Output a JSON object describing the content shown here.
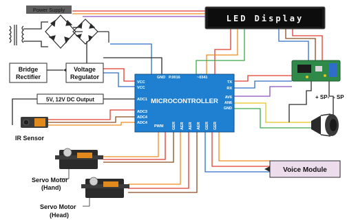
{
  "labels": {
    "power_supply": "Power Supply",
    "bridge_rectifier_1": "Bridge",
    "bridge_rectifier_2": "Rectifier",
    "voltage_regulator_1": "Voltage",
    "voltage_regulator_2": "Regulator",
    "dc_output": "5V, 12V DC Output",
    "ir_sensor": "IR Sensor",
    "servo_hand_1": "Servo Motor",
    "servo_hand_2": "(Hand)",
    "servo_head_1": "Servo Motor",
    "servo_head_2": "(Head)",
    "voice_module": "Voice Module",
    "led_display": "LED Display",
    "sp_plus": "+ SP-",
    "sp_minus": "- SP"
  },
  "mcu": {
    "title": "MICROCONTROLLER",
    "pins": {
      "vcc1": "VCC",
      "vcc2": "VCC",
      "adc1": "ADC1",
      "adc3": "ADC3",
      "adc4a": "ADC4",
      "adc4b": "ADC4",
      "gnd": "GND",
      "p1": "P.0016",
      "p2": "~0341",
      "tx": "TX",
      "rx": "RX",
      "av6": "AV6",
      "an6": "AN6",
      "gnd2": "GND",
      "pwm": "PWM",
      "b1": "GER",
      "b2": "AER",
      "b3": "AER",
      "b4": "AER",
      "b5": "GER",
      "b6": "GER"
    }
  },
  "colors": {
    "mcu_blue": "#1f7fd0",
    "wire_red": "#e03a2f",
    "wire_orange": "#f08a1c",
    "wire_brown": "#8b4a1f",
    "wire_green": "#3aa84a",
    "wire_blue": "#2e6ec8",
    "wire_purple": "#8a4fc0",
    "wire_yellow": "#e6c21d",
    "voice_fill": "#ecdcec"
  },
  "icons": [
    "transformer-icon",
    "bridge-rectifier-icon",
    "led-display-icon",
    "pcb-module-icon",
    "speaker-icon",
    "ir-sensor-icon",
    "servo-motor-icon"
  ]
}
